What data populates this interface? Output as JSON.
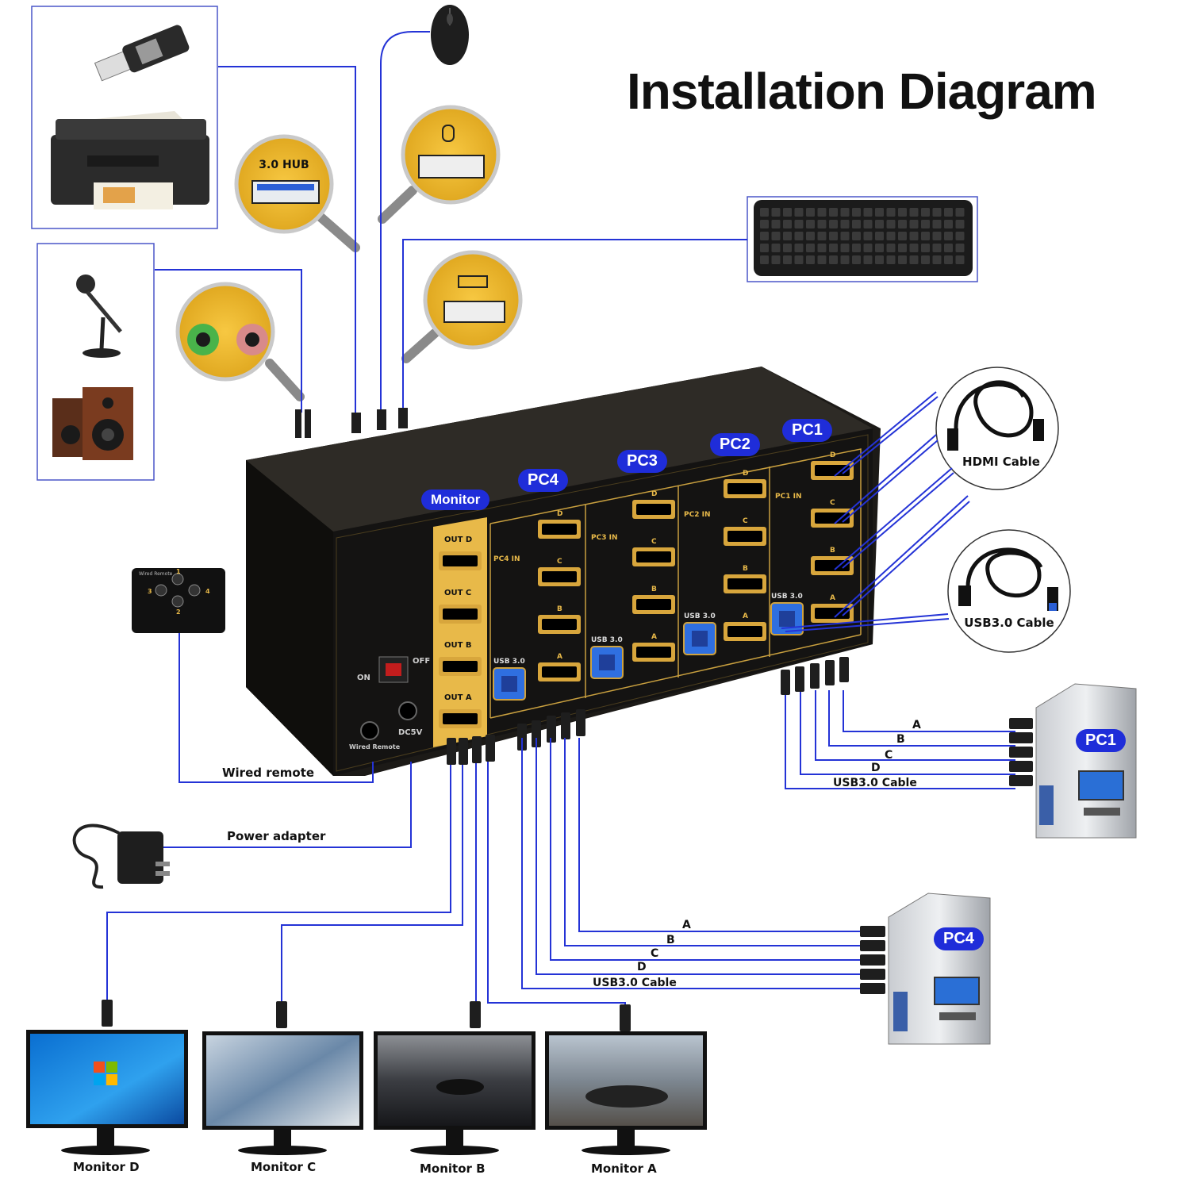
{
  "title": "Installation Diagram",
  "hub_label": "3.0 HUB",
  "pc_labels": {
    "pc1": "PC1",
    "pc2": "PC2",
    "pc3": "PC3",
    "pc4": "PC4",
    "monitor": "Monitor"
  },
  "port_labels": {
    "pc1_in": "PC1 IN",
    "pc2_in": "PC2 IN",
    "pc3_in": "PC3 IN",
    "pc4_in": "PC4 IN",
    "usb30": "USB 3.0",
    "out_d": "OUT D",
    "out_c": "OUT C",
    "out_b": "OUT B",
    "out_a": "OUT A",
    "on": "ON",
    "off": "OFF",
    "dc5v": "DC5V",
    "wired_remote_port": "Wired Remote",
    "letters": [
      "D",
      "C",
      "B",
      "A"
    ]
  },
  "remote_label": "Wired Remote",
  "remote_buttons": [
    "1",
    "2",
    "3",
    "4"
  ],
  "cable_labels": {
    "hdmi": "HDMI Cable",
    "usb": "USB3.0 Cable",
    "wired_remote": "Wired remote",
    "power_adapter": "Power adapter"
  },
  "pc1_lines": [
    "A",
    "B",
    "C",
    "D",
    "USB3.0 Cable"
  ],
  "pc4_lines": [
    "A",
    "B",
    "C",
    "D",
    "USB3.0 Cable"
  ],
  "monitors": [
    "Monitor D",
    "Monitor C",
    "Monitor B",
    "Monitor A"
  ],
  "colors": {
    "cable": "#2433d6",
    "pill": "#1f2dd9",
    "gold": "#e8b949",
    "device": "#1c1a17",
    "panel": "#141312"
  }
}
